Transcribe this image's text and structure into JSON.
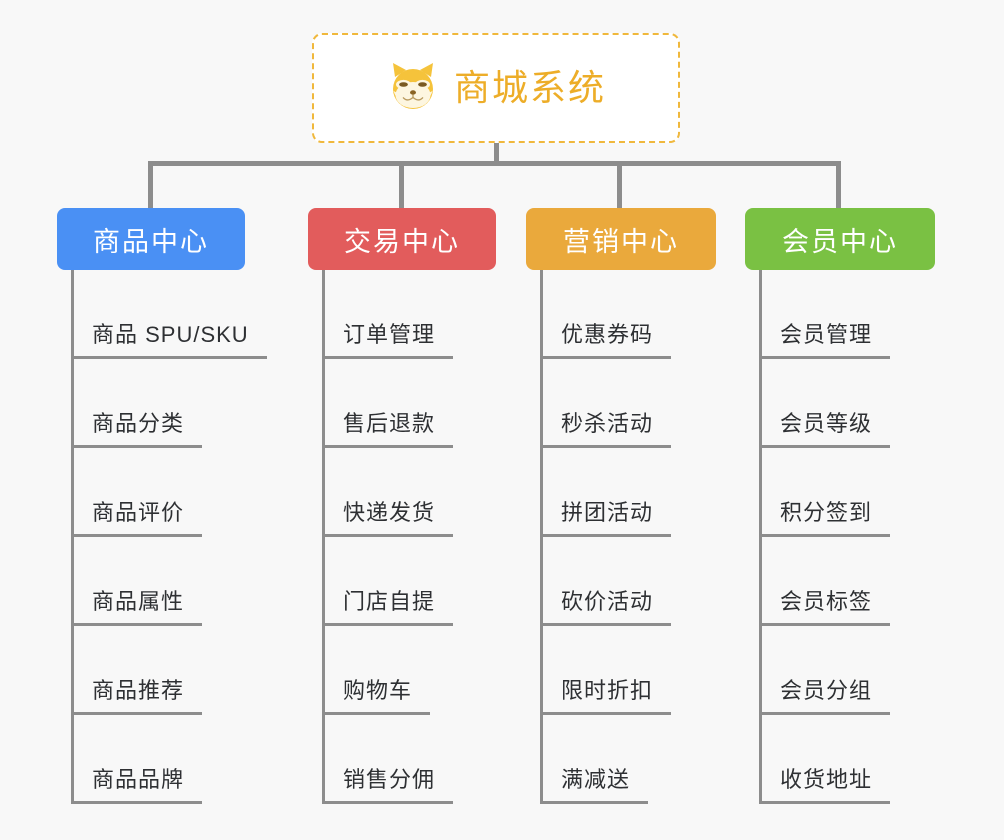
{
  "root": {
    "title": "商城系统",
    "icon": "shiba-dog-icon",
    "border_color": "#f0b83c",
    "text_color": "#edad28"
  },
  "background_color": "#f8f8f8",
  "connector_color": "#8d8d8d",
  "columns": [
    {
      "id": "product-center",
      "label": "商品中心",
      "color": "#4a90f4",
      "items": [
        "商品 SPU/SKU",
        "商品分类",
        "商品评价",
        "商品属性",
        "商品推荐",
        "商品品牌"
      ]
    },
    {
      "id": "trade-center",
      "label": "交易中心",
      "color": "#e25c5c",
      "items": [
        "订单管理",
        "售后退款",
        "快递发货",
        "门店自提",
        "购物车",
        "销售分佣"
      ]
    },
    {
      "id": "marketing-center",
      "label": "营销中心",
      "color": "#eaa93c",
      "items": [
        "优惠券码",
        "秒杀活动",
        "拼团活动",
        "砍价活动",
        "限时折扣",
        "满减送"
      ]
    },
    {
      "id": "member-center",
      "label": "会员中心",
      "color": "#7ac143",
      "items": [
        "会员管理",
        "会员等级",
        "积分签到",
        "会员标签",
        "会员分组",
        "收货地址"
      ]
    }
  ]
}
